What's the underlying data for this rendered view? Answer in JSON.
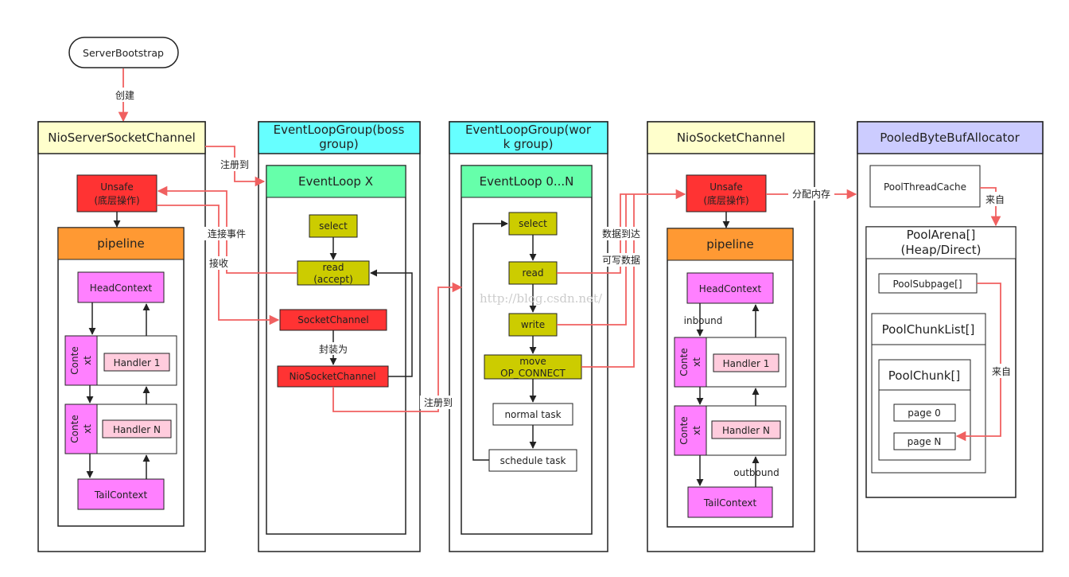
{
  "colors": {
    "red_flow": "#f06060",
    "black_flow": "#222222",
    "cream": "#ffffcc",
    "cyan": "#66ffff",
    "lavender": "#ccccff",
    "green": "#66ffaa",
    "orange": "#ff9933",
    "red_box": "#ff3333",
    "olive": "#cccc00",
    "magenta": "#ff80ff",
    "pink": "#ffccdd"
  },
  "top": {
    "bootstrap": "ServerBootstrap",
    "create": "创建"
  },
  "server_channel": {
    "title": "NioServerSocketChannel",
    "unsafe": [
      "Unsafe",
      "(底层操作)"
    ],
    "pipeline": "pipeline",
    "head": "HeadContext",
    "context": [
      "Conte",
      "xt"
    ],
    "handler1": "Handler 1",
    "handlerN": "Handler N",
    "tail": "TailContext"
  },
  "boss_group": {
    "title": [
      "EventLoopGroup(boss",
      "group)"
    ],
    "loop": "EventLoop X",
    "select": "select",
    "read": [
      "read",
      "(accept)"
    ],
    "socket_channel": "SocketChannel",
    "wrap": "封装为",
    "nio_socket_channel": "NioSocketChannel"
  },
  "work_group": {
    "title": [
      "EventLoopGroup(wor",
      "k group)"
    ],
    "loop": "EventLoop 0...N",
    "select": "select",
    "read": "read",
    "write": "write",
    "move": [
      "move",
      "OP_CONNECT"
    ],
    "normal_task": "normal task",
    "schedule_task": "schedule task"
  },
  "socket_channel": {
    "title": "NioSocketChannel",
    "unsafe": [
      "Unsafe",
      "(底层操作)"
    ],
    "pipeline": "pipeline",
    "head": "HeadContext",
    "inbound": "inbound",
    "context": [
      "Conte",
      "xt"
    ],
    "handler1": "Handler 1",
    "handlerN": "Handler N",
    "outbound": "outbound",
    "tail": "TailContext"
  },
  "allocator": {
    "title": "PooledByteBufAllocator",
    "thread_cache": "PoolThreadCache",
    "from1": "来自",
    "arena": [
      "PoolArena[]",
      "(Heap/Direct)"
    ],
    "subpage": "PoolSubpage[]",
    "chunk_list": "PoolChunkList[]",
    "chunk": "PoolChunk[]",
    "page0": "page 0",
    "pageN": "page N",
    "from2": "来自"
  },
  "edges": {
    "register1": "注册到",
    "connect_event": "连接事件",
    "receive": "接收",
    "register2": "注册到",
    "data_arrive": "数据到达",
    "writable": "可写数据",
    "alloc_memory": "分配内存"
  },
  "watermark": "http://blog.csdn.net/"
}
